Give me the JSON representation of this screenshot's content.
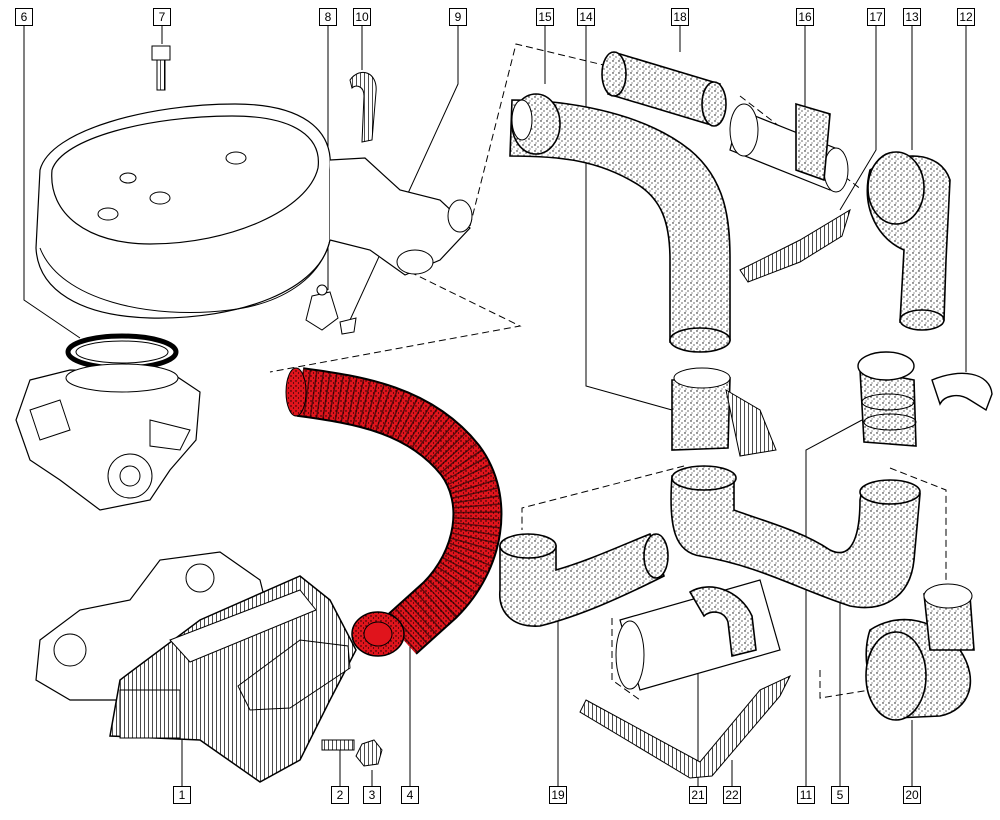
{
  "diagram": {
    "highlight_color": "#e0141c",
    "ink_color": "#000000",
    "callouts": [
      {
        "id": "c6",
        "label": "6"
      },
      {
        "id": "c7",
        "label": "7"
      },
      {
        "id": "c8",
        "label": "8"
      },
      {
        "id": "c10",
        "label": "10"
      },
      {
        "id": "c9",
        "label": "9"
      },
      {
        "id": "c15",
        "label": "15"
      },
      {
        "id": "c14",
        "label": "14"
      },
      {
        "id": "c18",
        "label": "18"
      },
      {
        "id": "c16",
        "label": "16"
      },
      {
        "id": "c17",
        "label": "17"
      },
      {
        "id": "c13",
        "label": "13"
      },
      {
        "id": "c12",
        "label": "12"
      },
      {
        "id": "c1",
        "label": "1"
      },
      {
        "id": "c2",
        "label": "2"
      },
      {
        "id": "c3",
        "label": "3"
      },
      {
        "id": "c4",
        "label": "4"
      },
      {
        "id": "c19",
        "label": "19"
      },
      {
        "id": "c21",
        "label": "21"
      },
      {
        "id": "c22",
        "label": "22"
      },
      {
        "id": "c11",
        "label": "11"
      },
      {
        "id": "c5",
        "label": "5"
      },
      {
        "id": "c20",
        "label": "20"
      }
    ]
  }
}
